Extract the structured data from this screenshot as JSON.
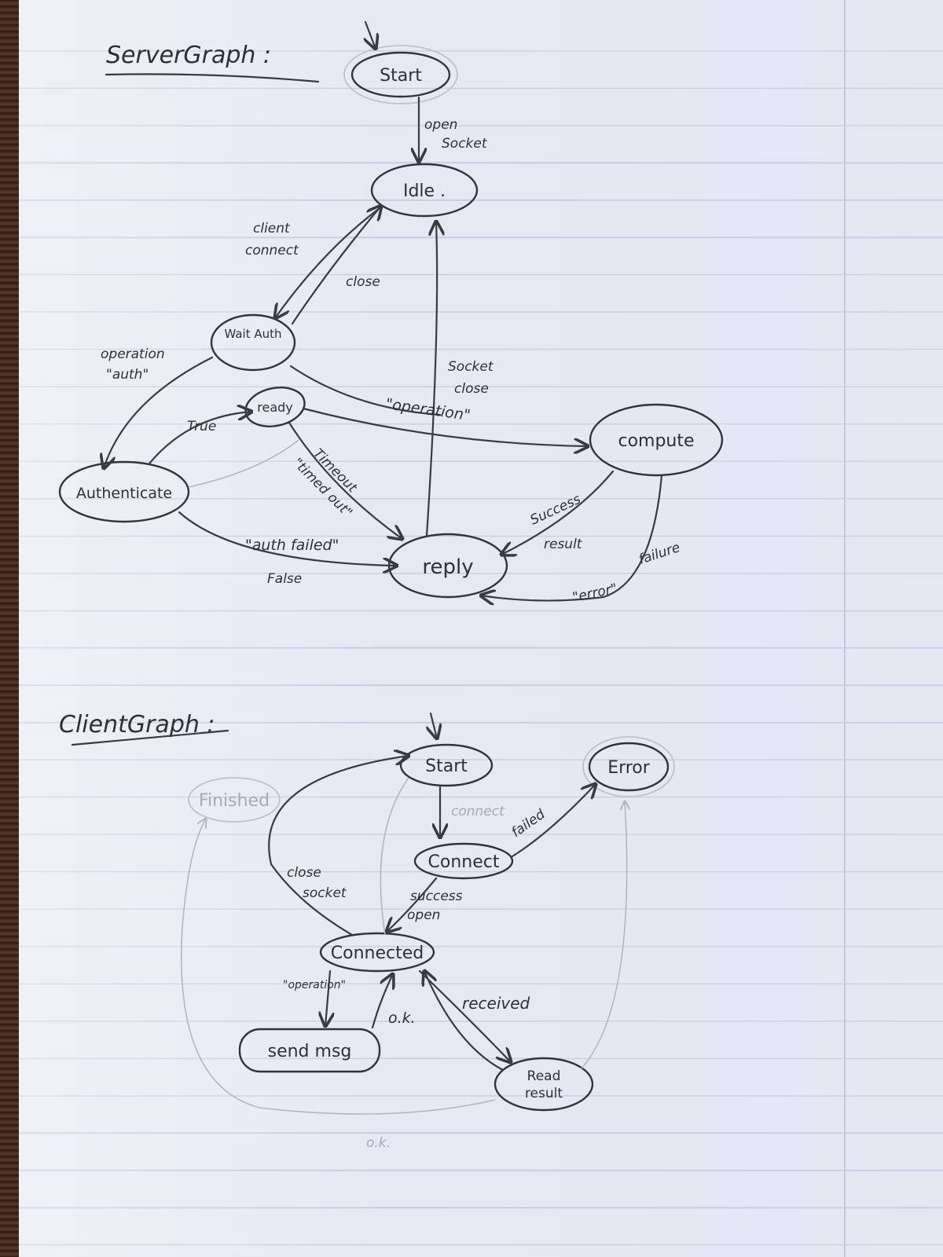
{
  "server": {
    "title": "ServerGraph :",
    "nodes": {
      "start": "Start",
      "idle": "Idle .",
      "wait_auth": "Wait Auth",
      "ready": "ready",
      "authenticate": "Authenticate",
      "compute": "compute",
      "reply": "reply"
    },
    "edges": {
      "open_socket": [
        "open",
        "Socket"
      ],
      "client_connect": [
        "client",
        "connect"
      ],
      "close": "close",
      "operation_auth": [
        "operation",
        "\"auth\""
      ],
      "true": "True",
      "timeout": [
        "Timeout",
        "\"timed out\""
      ],
      "operation": "\"operation\"",
      "socket_close": [
        "Socket",
        "close"
      ],
      "auth_failed": "\"auth failed\"",
      "false": "False",
      "success_result": [
        "Success",
        "result"
      ],
      "failure": "failure",
      "error": "\"error\""
    }
  },
  "client": {
    "title": "ClientGraph :",
    "nodes": {
      "start": "Start",
      "error": "Error",
      "connect": "Connect",
      "connected": "Connected",
      "send_msg": "send msg",
      "read_result": [
        "Read",
        "result"
      ],
      "faint_node": "Finished"
    },
    "edges": {
      "connect": "connect",
      "failed": "failed",
      "close_socket": [
        "close",
        "socket"
      ],
      "success_open": [
        "success",
        "open"
      ],
      "operation": "\"operation\"",
      "ok": "o.k.",
      "received": "received",
      "faint_ok": "o.k."
    }
  }
}
